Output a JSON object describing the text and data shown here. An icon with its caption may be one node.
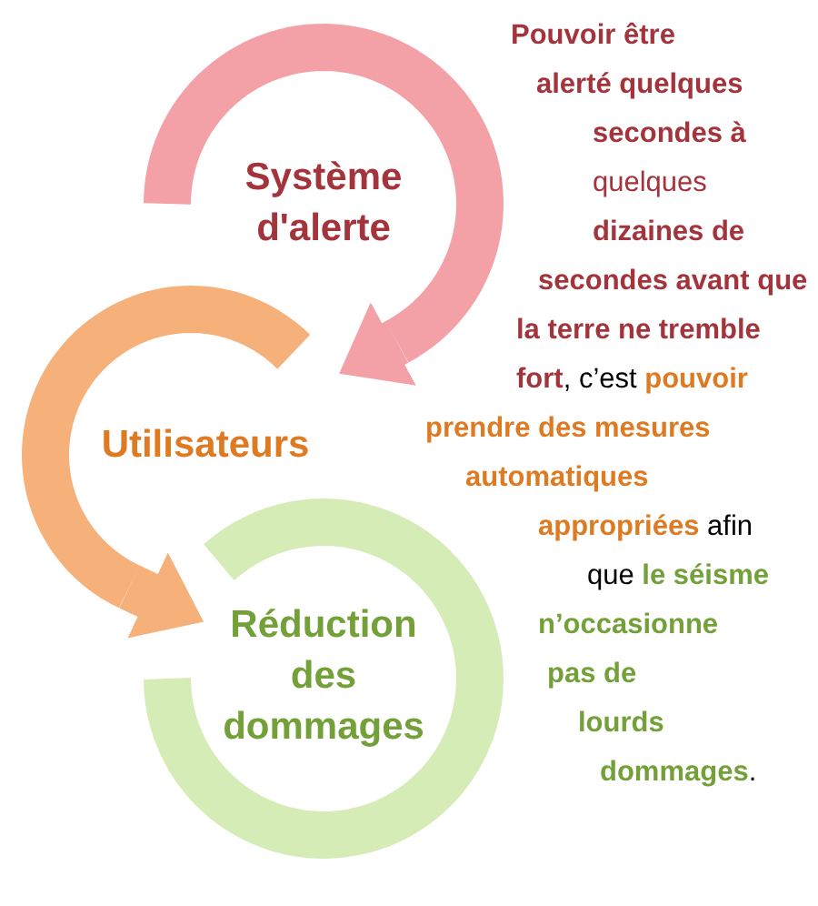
{
  "diagram": {
    "nodes": [
      {
        "text": [
          "Système d'alerte"
        ]
      },
      {
        "text": [
          "Utilisateurs"
        ]
      },
      {
        "text": [
          "Réduction des dommages"
        ]
      }
    ],
    "edges": [
      {
        "from": 0,
        "to": 1,
        "arrow": "to"
      },
      {
        "from": 1,
        "to": 2,
        "arrow": "to"
      }
    ],
    "labels": [
      "**Pouvoir être alerté quelques secondes à** quelques **dizaines de secondes avant que la terre ne tremble fort**, c’est **pouvoir prendre des mesures automatiques appropriées** afin que **le séisme n’occasionne pas de lourds dommages**."
    ]
  }
}
